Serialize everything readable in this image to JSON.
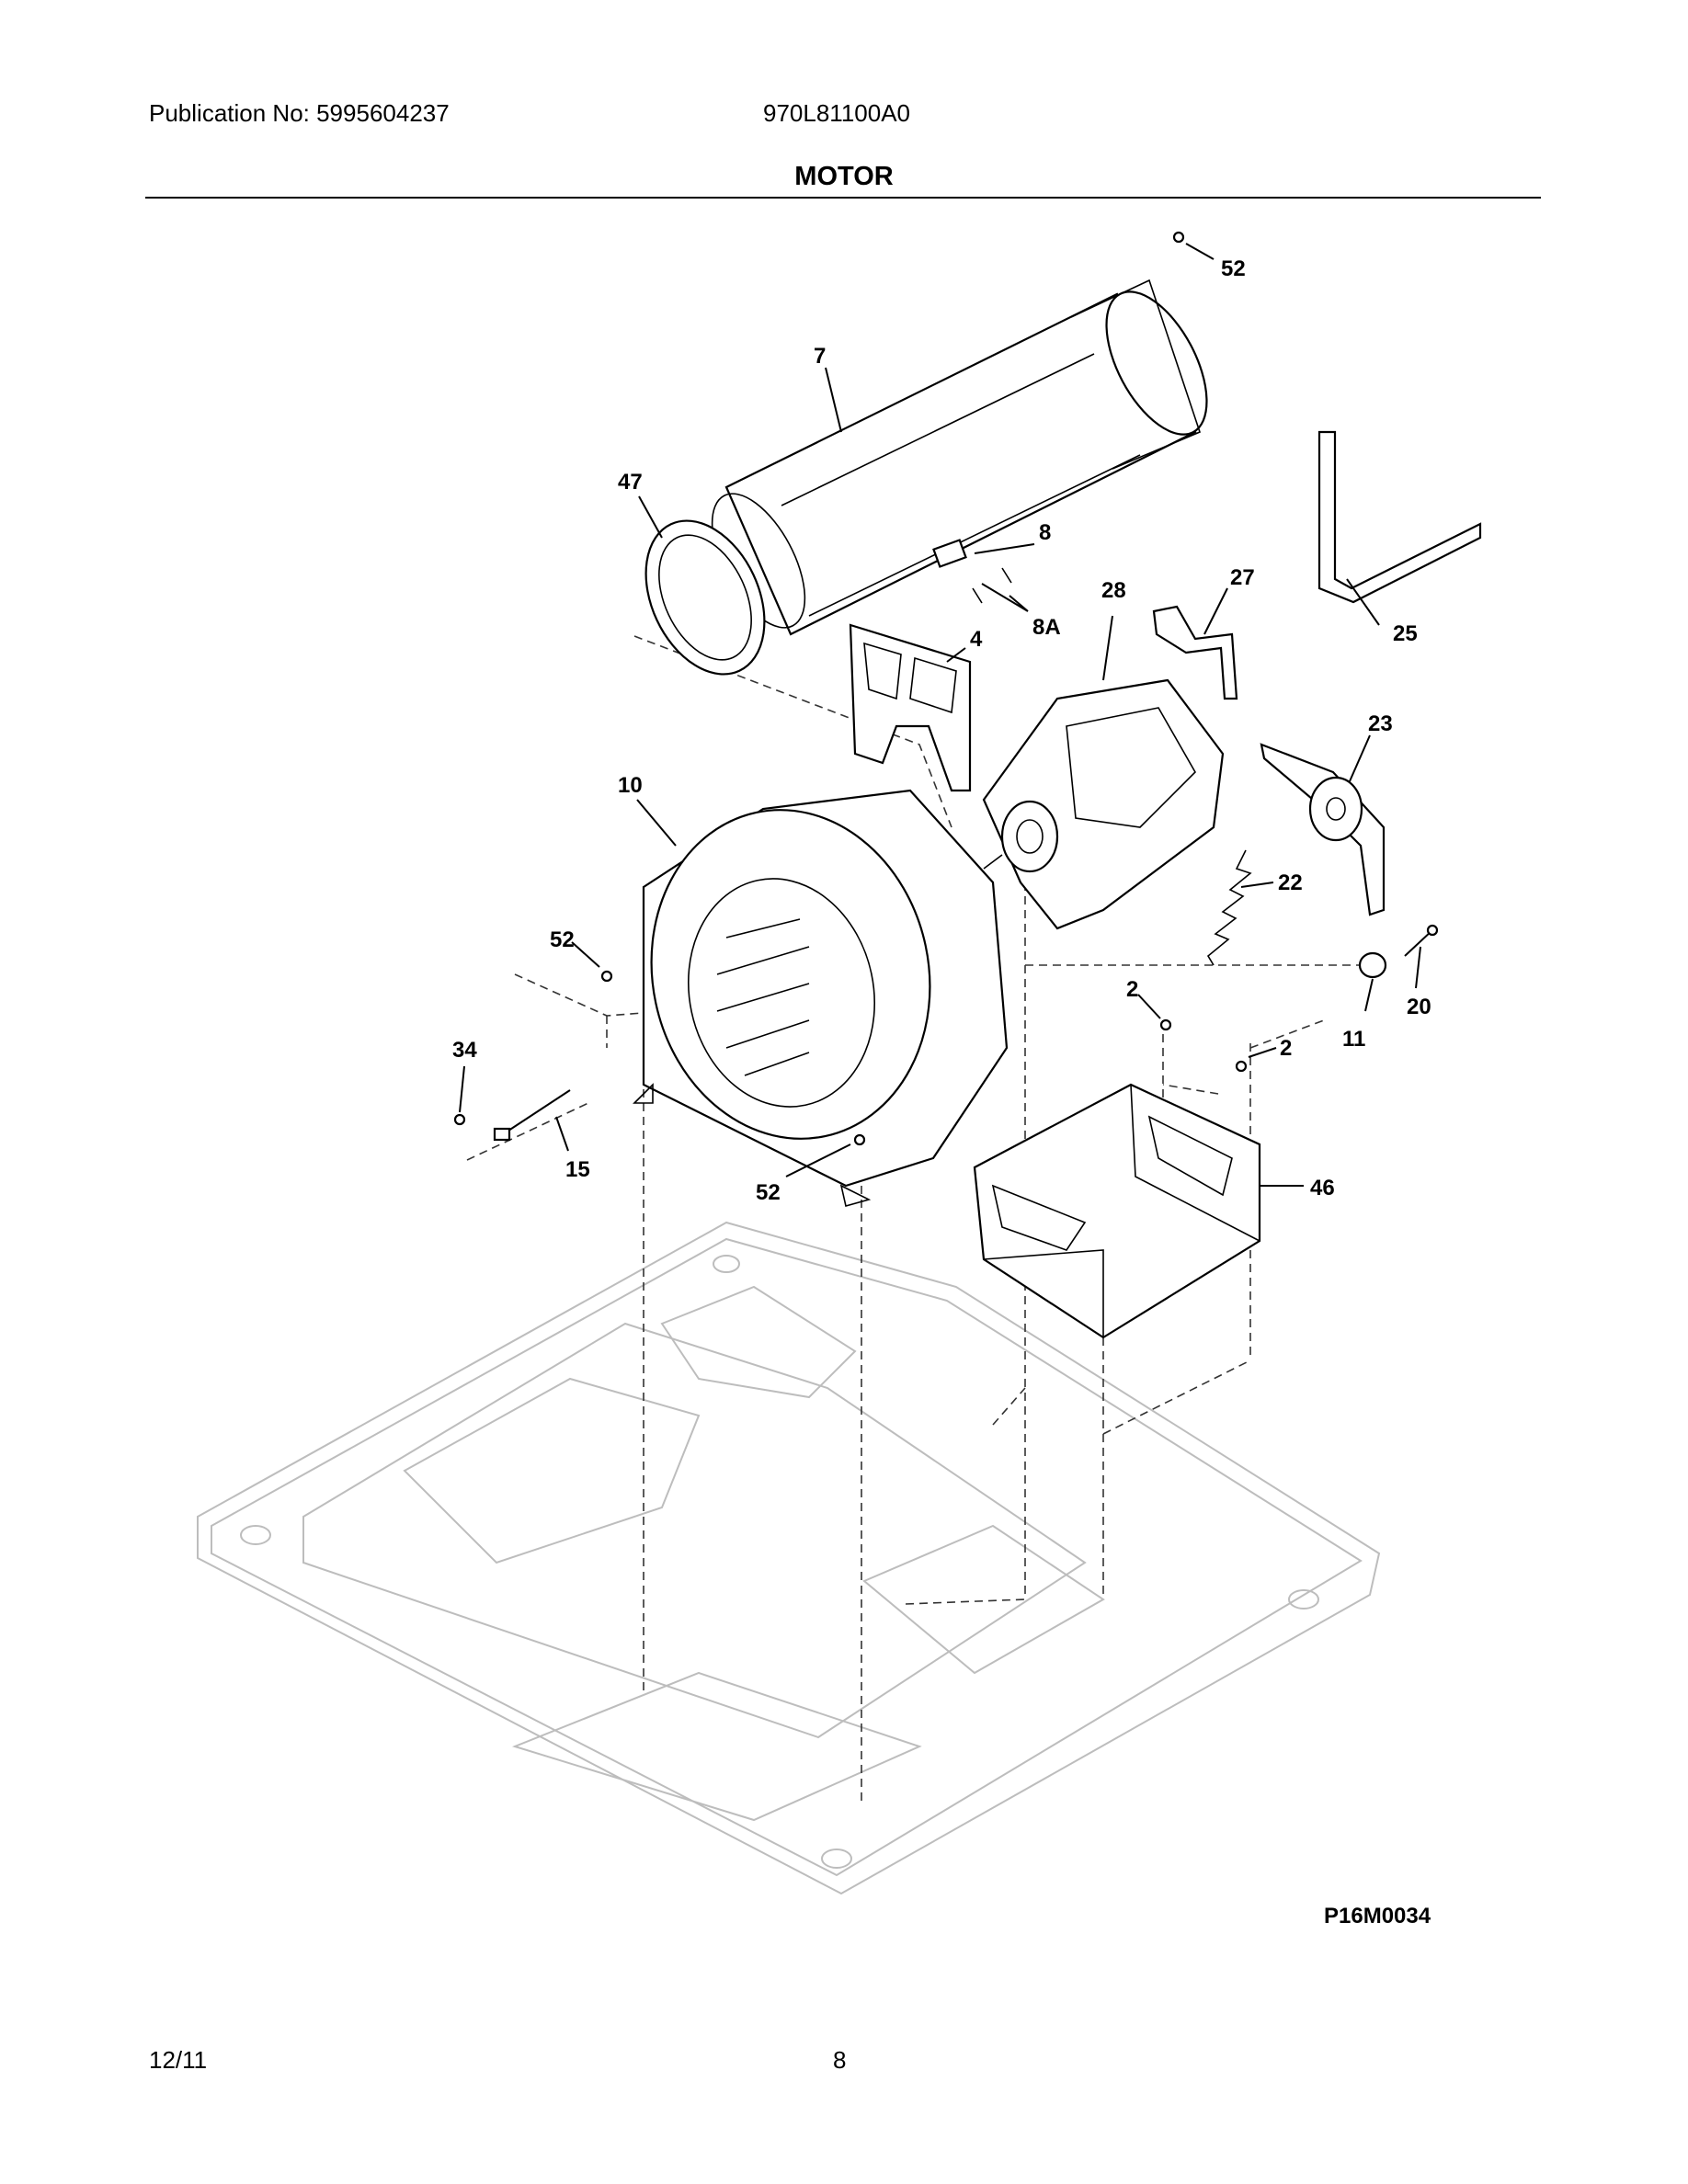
{
  "header": {
    "publication": "Publication No: 5995604237",
    "model": "970L81100A0",
    "title": "MOTOR"
  },
  "diagram": {
    "figure_code": "P16M0034",
    "callouts": [
      "52",
      "7",
      "47",
      "8",
      "8A",
      "4",
      "28",
      "27",
      "25",
      "23",
      "10",
      "22",
      "52",
      "20",
      "2",
      "11",
      "34",
      "2",
      "46",
      "15",
      "52"
    ]
  },
  "footer": {
    "date": "12/11",
    "page": "8"
  }
}
